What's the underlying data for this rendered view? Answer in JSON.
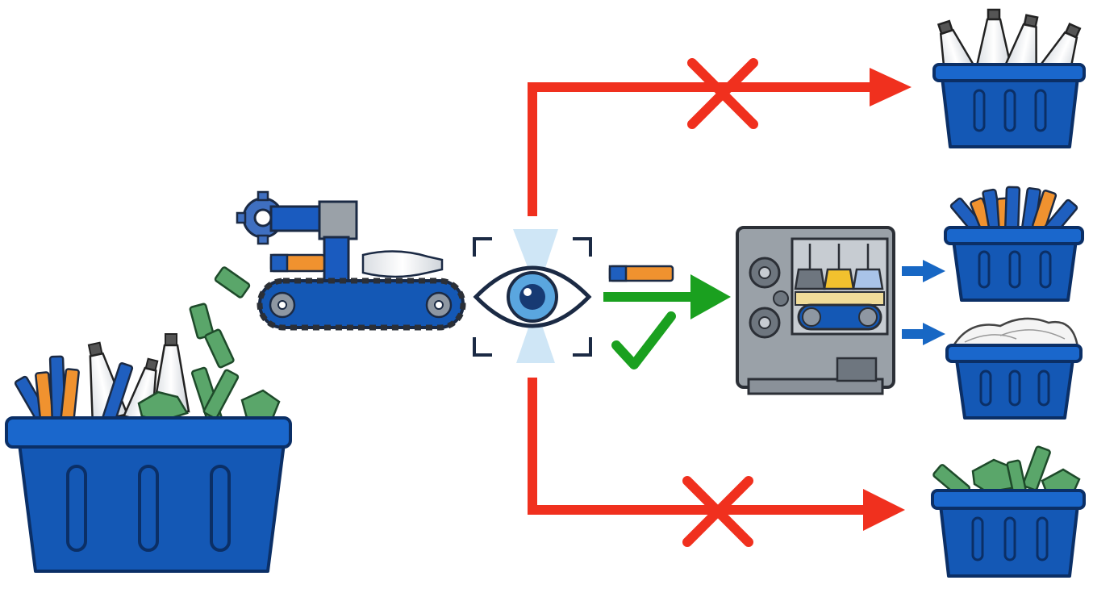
{
  "diagram": {
    "kind": "sorting-process-flow",
    "nodes": [
      {
        "id": "input-basket",
        "icon": "mixed-waste-basket-icon",
        "contents": [
          "blue-tube",
          "orange-tube",
          "white-cone",
          "green-glass"
        ]
      },
      {
        "id": "robot-conveyor",
        "icon": "robotic-arm-conveyor-icon"
      },
      {
        "id": "vision-scanner",
        "icon": "eye-scanner-icon"
      },
      {
        "id": "cleaning-machine",
        "icon": "cleaning-machine-icon"
      },
      {
        "id": "basket-white-cones",
        "icon": "basket-icon",
        "contents": [
          "white-cone"
        ]
      },
      {
        "id": "basket-tubes",
        "icon": "basket-icon",
        "contents": [
          "blue-tube",
          "orange-tube"
        ]
      },
      {
        "id": "basket-white-fiber",
        "icon": "basket-icon",
        "contents": [
          "white-fiber"
        ]
      },
      {
        "id": "basket-green-glass",
        "icon": "basket-icon",
        "contents": [
          "green-glass"
        ]
      }
    ],
    "edges": [
      {
        "from": "input-basket",
        "to": "robot-conveyor",
        "style": "green-pieces-trail"
      },
      {
        "from": "vision-scanner",
        "to": "basket-white-cones",
        "status": "rejected",
        "mark": "x-icon"
      },
      {
        "from": "vision-scanner",
        "to": "cleaning-machine",
        "status": "accepted",
        "mark": "check-icon"
      },
      {
        "from": "cleaning-machine",
        "to": "basket-tubes",
        "status": "output"
      },
      {
        "from": "cleaning-machine",
        "to": "basket-white-fiber",
        "status": "output"
      },
      {
        "from": "vision-scanner",
        "to": "basket-green-glass",
        "status": "rejected",
        "mark": "x-icon"
      }
    ]
  },
  "colors": {
    "basket_blue": "#1458b5",
    "basket_dark": "#0b2f66",
    "reject_red": "#f0301e",
    "accept_green": "#1aa01f",
    "output_blue": "#1767c4",
    "machine_gray": "#9aa1a8",
    "glass_green": "#5aa66a",
    "tube_orange": "#f0922f",
    "cone_white": "#f2f2f2"
  }
}
